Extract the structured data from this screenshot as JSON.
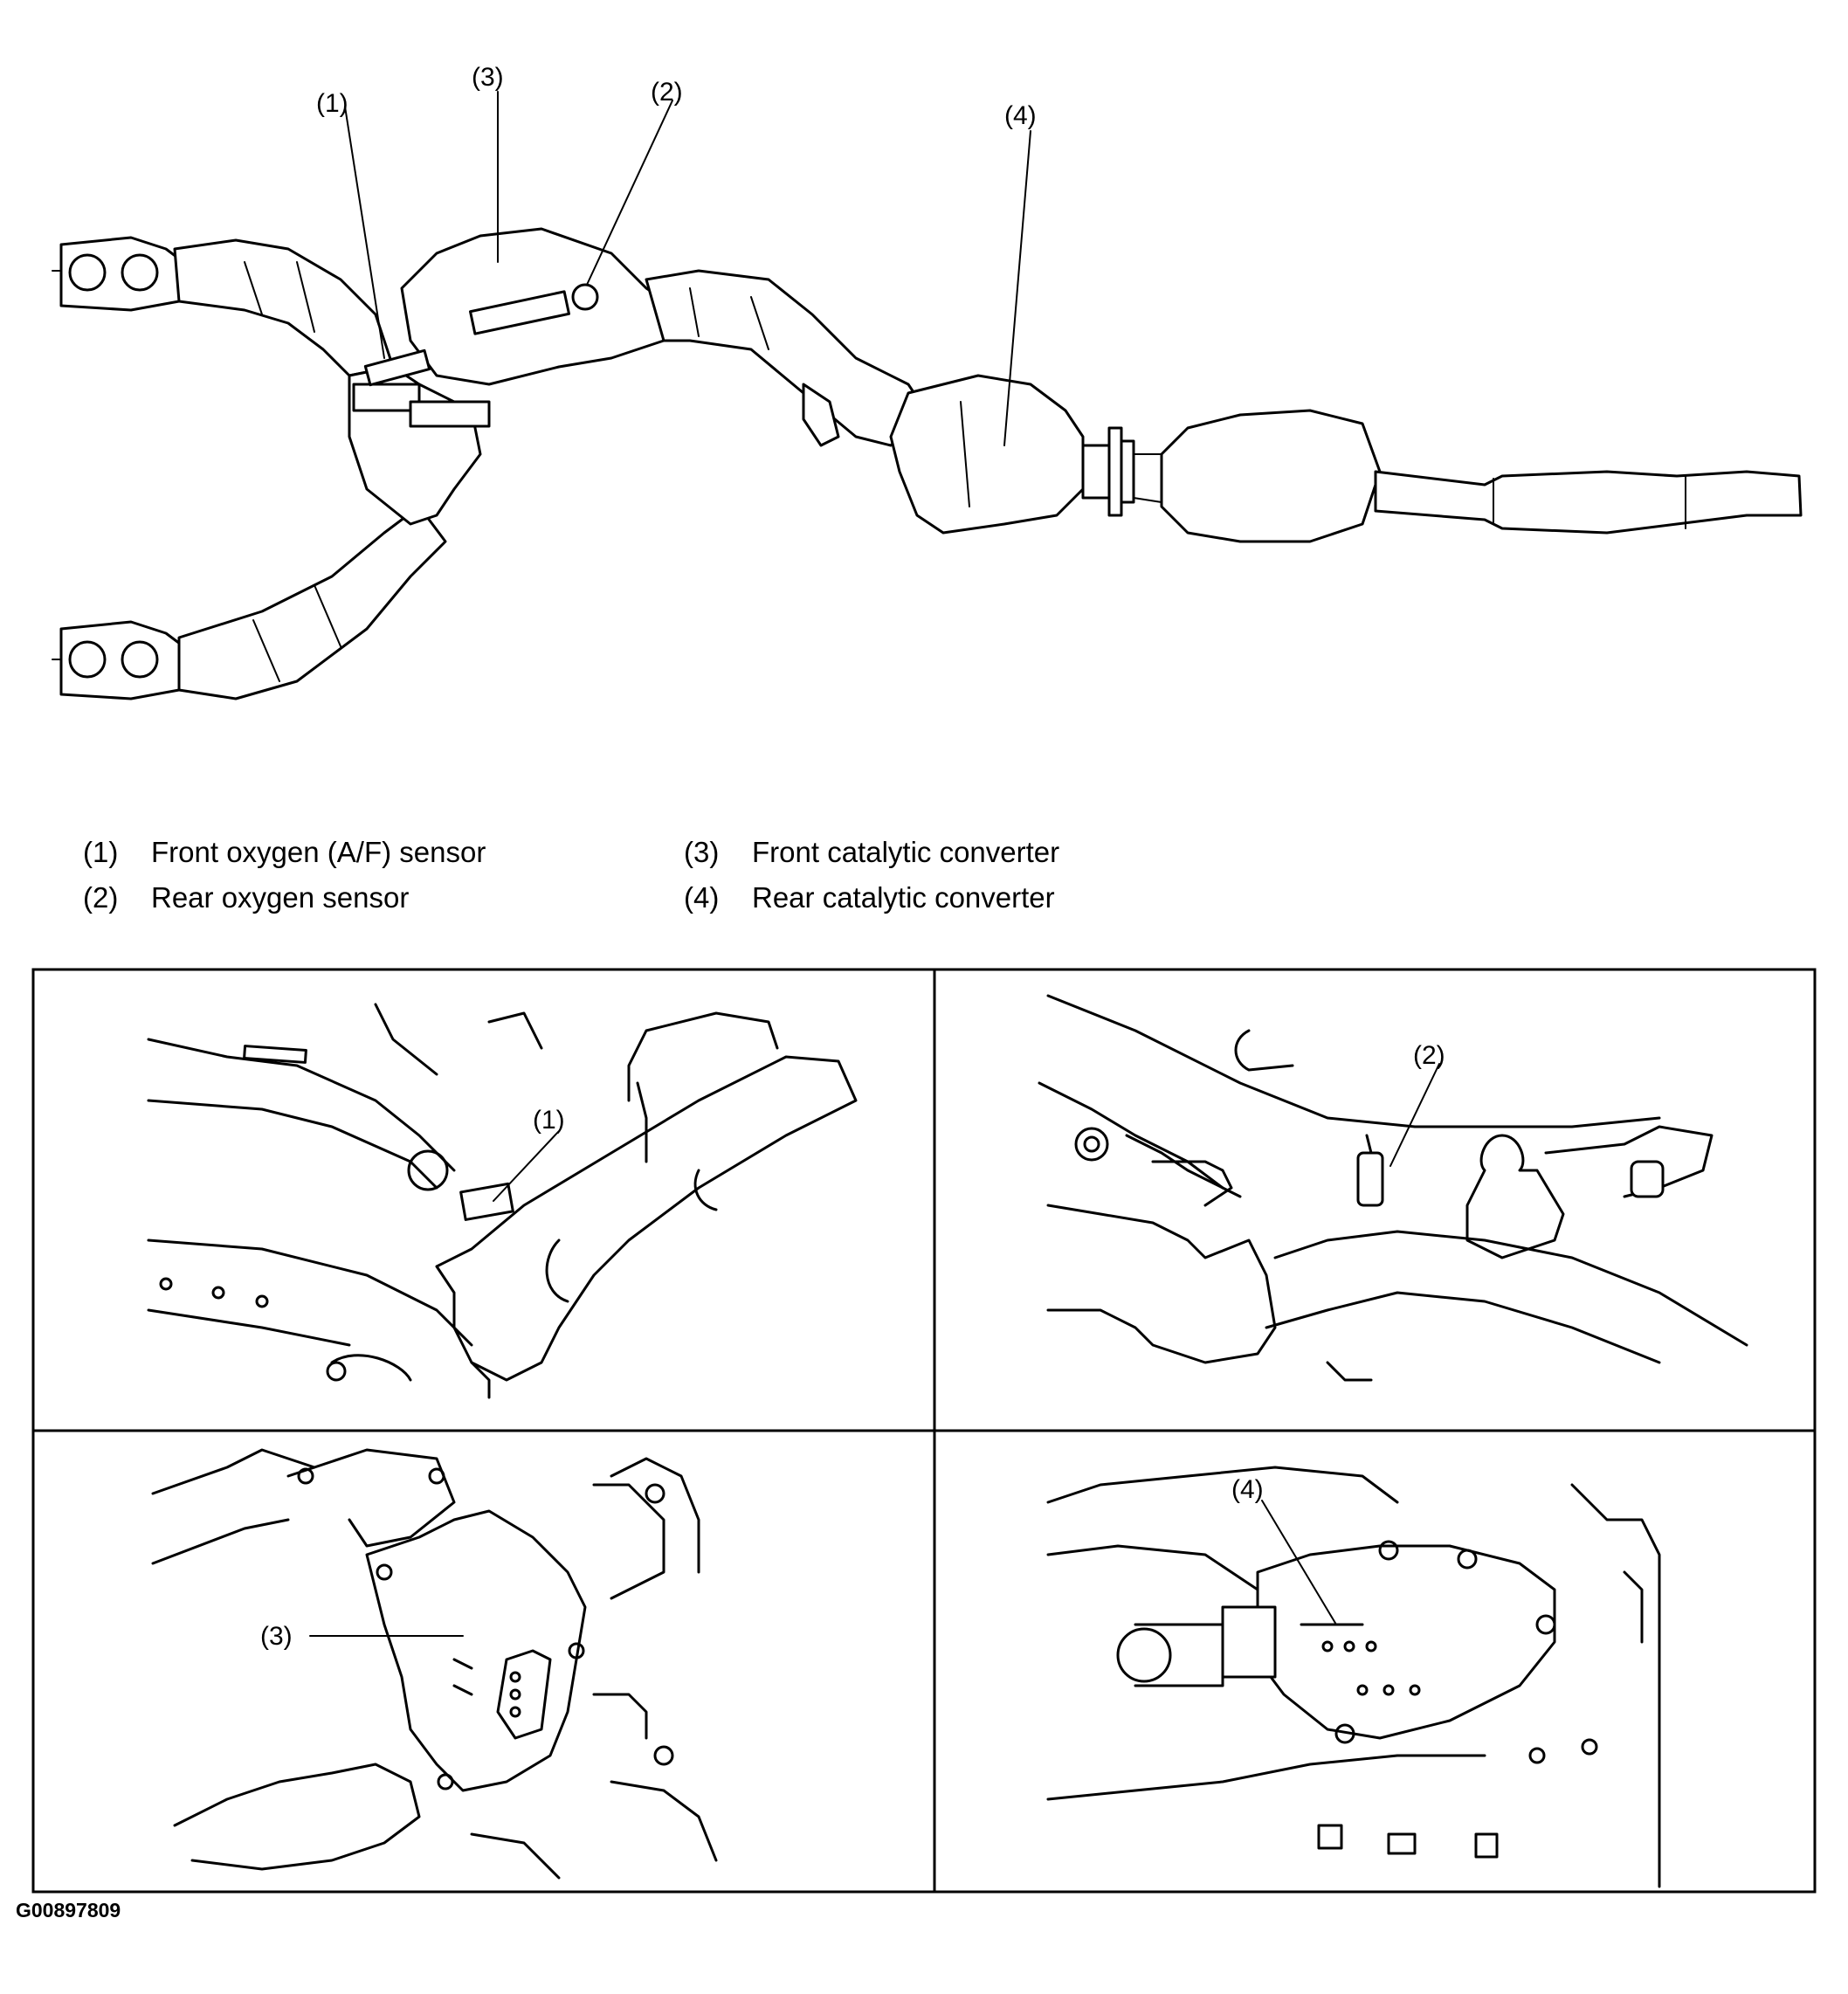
{
  "main_diagram": {
    "callouts": [
      "(1)",
      "(2)",
      "(3)",
      "(4)"
    ]
  },
  "legend": [
    {
      "num": "(1)",
      "label": "Front oxygen (A/F) sensor"
    },
    {
      "num": "(2)",
      "label": "Rear oxygen sensor"
    },
    {
      "num": "(3)",
      "label": "Front catalytic converter"
    },
    {
      "num": "(4)",
      "label": "Rear catalytic converter"
    }
  ],
  "panels": [
    {
      "callout": "(1)"
    },
    {
      "callout": "(2)"
    },
    {
      "callout": "(3)"
    },
    {
      "callout": "(4)"
    }
  ],
  "figure_id": "G00897809"
}
